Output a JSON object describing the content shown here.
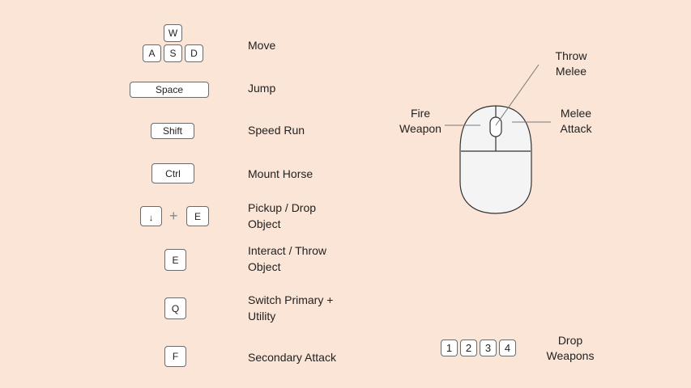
{
  "controls": {
    "move": {
      "keys": [
        "W",
        "A",
        "S",
        "D"
      ],
      "label": "Move"
    },
    "jump": {
      "key": "Space",
      "label": "Jump"
    },
    "speed_run": {
      "key": "Shift",
      "label": "Speed Run"
    },
    "mount_horse": {
      "key": "Ctrl",
      "label": "Mount Horse"
    },
    "pickup_drop": {
      "key1": "↓",
      "plus": "+",
      "key2": "E",
      "label": "Pickup / Drop\nObject"
    },
    "interact_throw": {
      "key": "E",
      "label": "Interact / Throw\nObject"
    },
    "switch_primary": {
      "key": "Q",
      "label": "Switch Primary +\nUtility"
    },
    "secondary_attack": {
      "key": "F",
      "label": "Secondary Attack"
    }
  },
  "mouse": {
    "throw_melee": "Throw\nMelee",
    "fire_weapon": "Fire\nWeapon",
    "melee_attack": "Melee\nAttack"
  },
  "drop_weapons": {
    "keys": [
      "1",
      "2",
      "3",
      "4"
    ],
    "label": "Drop\nWeapons"
  }
}
